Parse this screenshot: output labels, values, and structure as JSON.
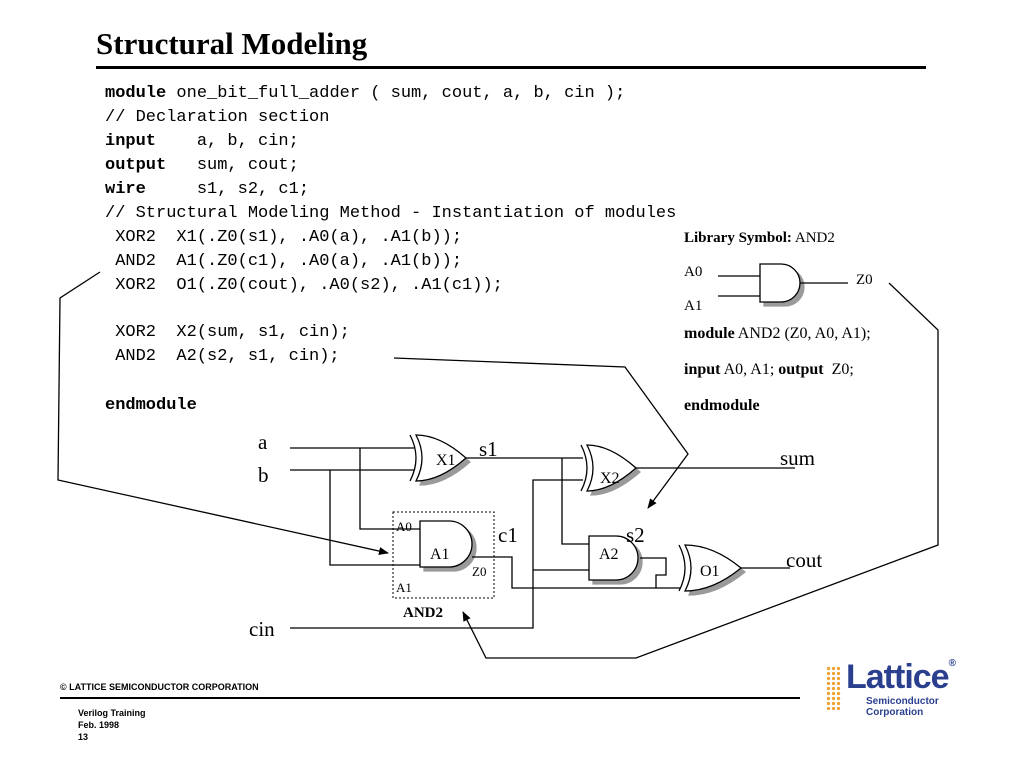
{
  "slide": {
    "title": "Structural Modeling",
    "code": {
      "line1_kw": "module",
      "line1_rest": " one_bit_full_adder ( sum, cout, a, b, cin );",
      "line2": "// Declaration section",
      "line3_kw": "input",
      "line3_rest": "    a, b, cin;",
      "line4_kw": "output",
      "line4_rest": "   sum, cout;",
      "line5_kw": "wire",
      "line5_rest": "     s1, s2, c1;",
      "line6": "// Structural Modeling Method - Instantiation of modules",
      "line7": " XOR2  X1(.Z0(s1), .A0(a), .A1(b));",
      "line8": " AND2  A1(.Z0(c1), .A0(a), .A1(b));",
      "line9": " XOR2  O1(.Z0(cout), .A0(s2), .A1(c1));",
      "line10": " XOR2  X2(sum, s1, cin);",
      "line11": " AND2  A2(s2, s1, cin);",
      "line12_kw": "endmodule"
    },
    "library": {
      "heading_bold": "Library Symbol:",
      "heading_rest": " AND2",
      "pin_a0": "A0",
      "pin_a1": "A1",
      "pin_z0": "Z0",
      "decl1_kw": "module",
      "decl1_rest": " AND2 (Z0, A0, A1);",
      "decl2_kw1": "input",
      "decl2_mid": " A0, A1; ",
      "decl2_kw2": "output",
      "decl2_rest": "  Z0;",
      "decl3_kw": "endmodule"
    },
    "schematic": {
      "in_a": "a",
      "in_b": "b",
      "in_cin": "cin",
      "out_sum": "sum",
      "out_cout": "cout",
      "net_s1": "s1",
      "net_s2": "s2",
      "net_c1": "c1",
      "gate_x1": "X1",
      "gate_x2": "X2",
      "gate_a1": "A1",
      "gate_a2": "A2",
      "gate_o1": "O1",
      "a1_pin_a0": "A0",
      "a1_pin_a1": "A1",
      "a1_pin_z0": "Z0",
      "and2_label": "AND2"
    },
    "footer": {
      "copyright": "© LATTICE SEMICONDUCTOR CORPORATION",
      "course": "Verilog Training",
      "date": "Feb.  1998",
      "page": "13"
    },
    "logo": {
      "word": "Lattice",
      "registered": "®",
      "sub1": "Semiconductor",
      "sub2": "Corporation",
      "brand_color": "#2b3f8f",
      "dot_color": "#f0a030"
    }
  }
}
